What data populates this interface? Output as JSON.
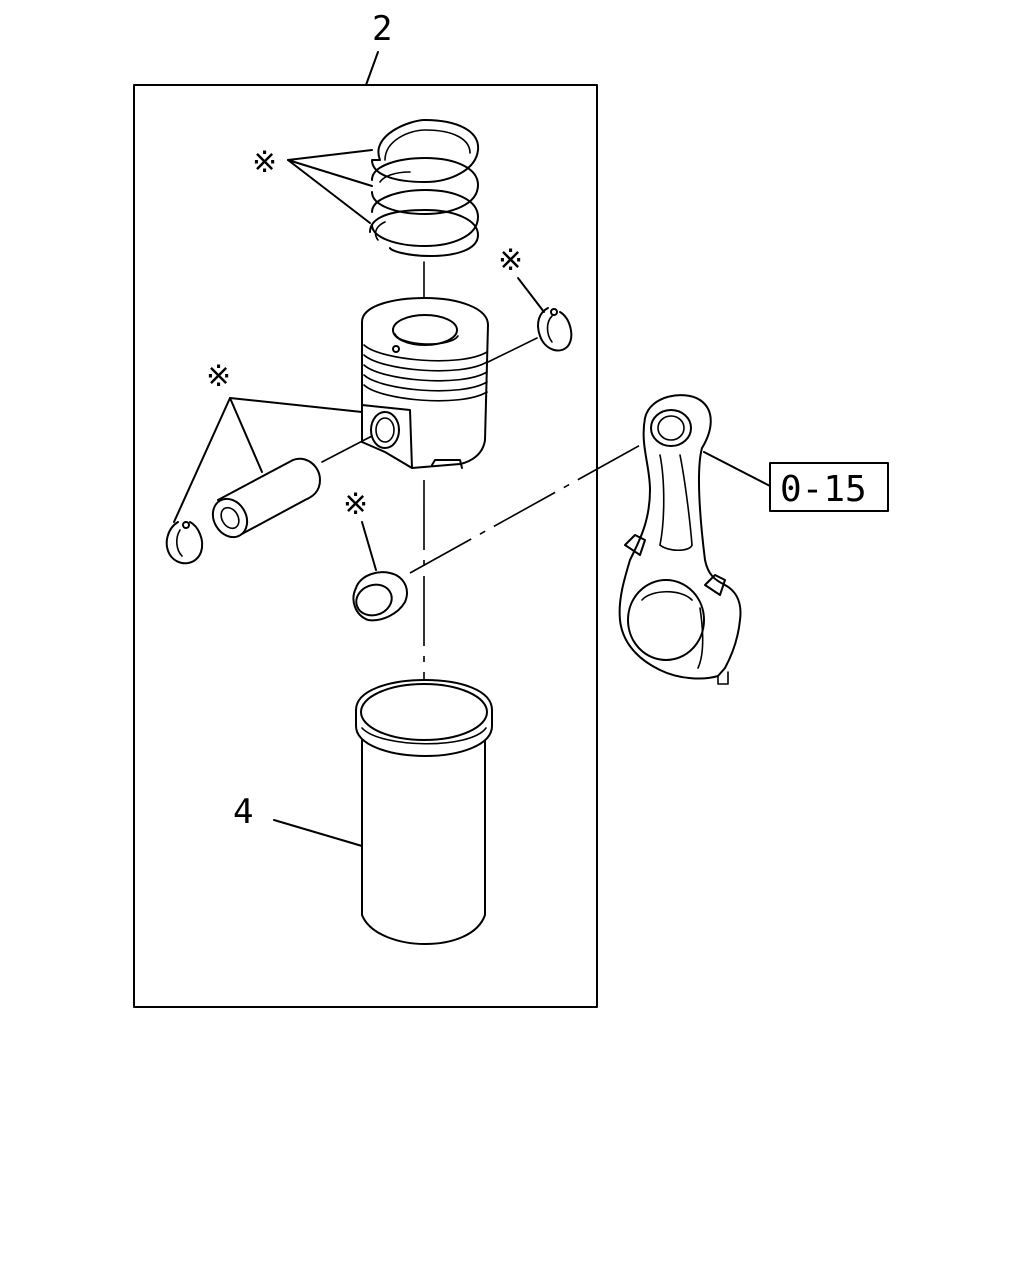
{
  "callouts": {
    "assembly": "2",
    "liner": "4",
    "ref_box": "0-15",
    "marker": "※"
  }
}
